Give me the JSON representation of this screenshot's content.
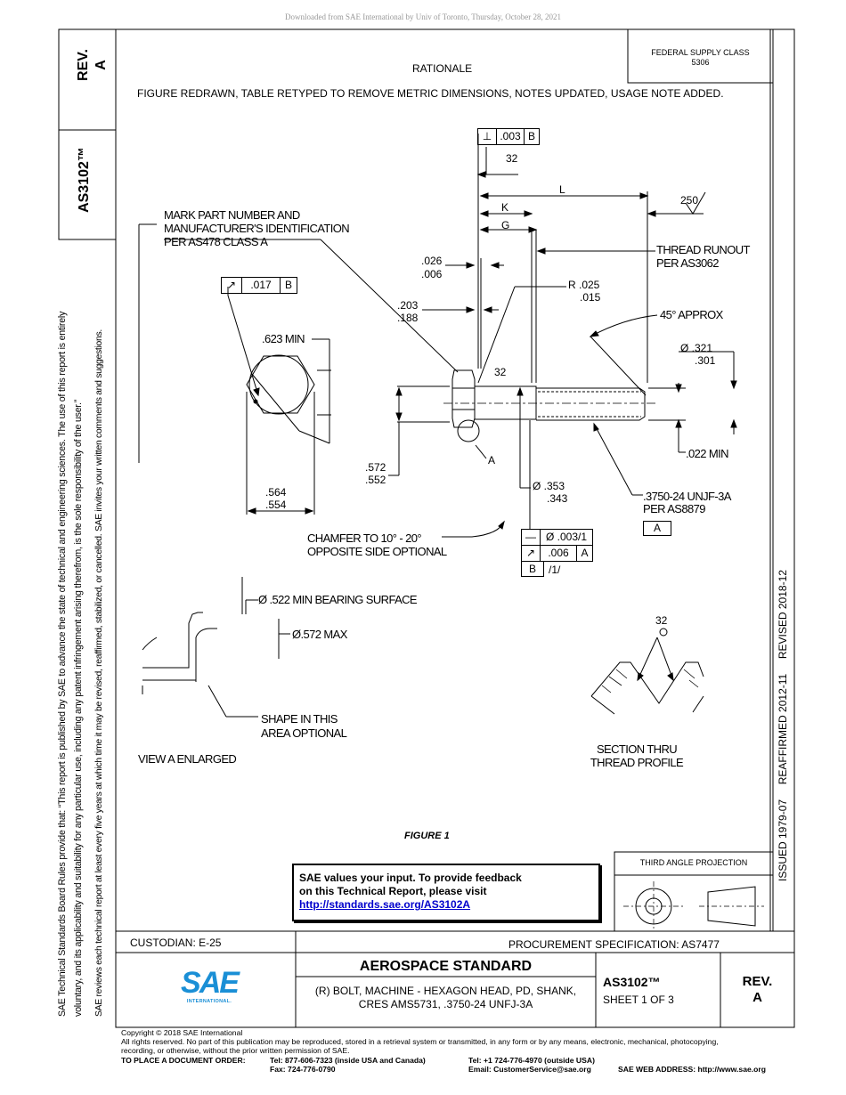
{
  "download_note": "Downloaded from SAE International by Univ of Toronto, Thursday, October 28, 2021",
  "sidebar": {
    "rev_label": "REV.",
    "rev_value": "A",
    "doc_no": "AS3102™",
    "board_rules_line1": "SAE Technical Standards Board Rules provide that: “This report is published by SAE to advance the state of technical and engineering sciences. The use of this report is entirely",
    "board_rules_line2": "voluntary, and its applicability and suitability for any particular use, including any patent infringement arising therefrom, is the sole responsibility of the user.”",
    "review_line": "SAE reviews each technical report at least every five years at which time it may be revised, reaffirmed, stabilized, or cancelled. SAE invites your written comments and suggestions.",
    "dates": "ISSUED 1979-07     REAFFIRMED 2012-11     REVISED 2018-12"
  },
  "header": {
    "supply_class_label": "FEDERAL SUPPLY CLASS",
    "supply_class_value": "5306",
    "rationale_title": "RATIONALE",
    "rationale_text": "FIGURE REDRAWN, TABLE RETYPED TO REMOVE METRIC DIMENSIONS, NOTES UPDATED, USAGE NOTE ADDED."
  },
  "drawing": {
    "fcf_perp_tol": ".003",
    "fcf_perp_datum": "B",
    "finish_32_top": "32",
    "dim_L": "L",
    "finish_250": "250",
    "dim_K": "K",
    "dim_G": "G",
    "mark_note_1": "MARK PART NUMBER AND",
    "mark_note_2": "MANUFACTURER'S IDENTIFICATION",
    "mark_note_3": "PER AS478 CLASS A",
    "thread_runout_1": "THREAD RUNOUT",
    "thread_runout_2": "PER AS3062",
    "dim_026": ".026",
    "dim_006": ".006",
    "fcf_runout_tol": ".017",
    "fcf_runout_datum": "B",
    "radius_1": "R .025",
    "radius_2": ".015",
    "dim_203": ".203",
    "dim_188": ".188",
    "approx_45": "45° APPROX",
    "dim_623": ".623 MIN",
    "dia_321": "Ø .321",
    "dia_301": ".301",
    "finish_32_shank": "32",
    "dim_022": ".022 MIN",
    "datum_A_label": "A",
    "dim_572": ".572",
    "dim_552": ".552",
    "dia_353": "Ø .353",
    "dia_343": ".343",
    "thread_1": ".3750-24 UNJF-3A",
    "thread_2": "PER AS8879",
    "datum_A_box": "A",
    "dim_564": ".564",
    "dim_554": ".554",
    "chamfer_1": "CHAMFER TO 10° - 20°",
    "chamfer_2": "OPPOSITE SIDE OPTIONAL",
    "fcf_straight": "Ø .003/1",
    "fcf_runout2_tol": ".006",
    "fcf_runout2_datum": "A",
    "datum_B_box": "B",
    "per_inch": "/1/",
    "bearing_surface": "Ø .522 MIN BEARING SURFACE",
    "max_572": "Ø.572 MAX",
    "finish_32_thread": "32",
    "shape_1": "SHAPE IN THIS",
    "shape_2": "AREA OPTIONAL",
    "view_a": "VIEW A ENLARGED",
    "section_1": "SECTION THRU",
    "section_2": "THREAD PROFILE",
    "figure_caption": "FIGURE 1"
  },
  "feedback": {
    "line1": "SAE values your input. To provide feedback",
    "line2": "on this Technical Report, please visit",
    "link": "http://standards.sae.org/AS3102A"
  },
  "projection": {
    "label": "THIRD ANGLE PROJECTION"
  },
  "title_block": {
    "custodian": "CUSTODIAN: E-25",
    "procurement": "PROCUREMENT SPECIFICATION: AS7477",
    "logo_text": "SAE",
    "logo_sub": "INTERNATIONAL.",
    "standard_type": "AEROSPACE STANDARD",
    "title_1": "(R) BOLT, MACHINE - HEXAGON HEAD, PD, SHANK,",
    "title_2": "CRES AMS5731, .3750-24 UNFJ-3A",
    "doc_no": "AS3102™",
    "sheet": "SHEET 1 OF 3",
    "rev_label": "REV.",
    "rev_value": "A"
  },
  "footer": {
    "copyright": "Copyright © 2018 SAE International",
    "rights_1": "All rights reserved. No part of this publication may be reproduced, stored in a retrieval system or transmitted, in any form or by any means, electronic, mechanical, photocopying,",
    "rights_2": "recording, or otherwise, without the prior written permission of SAE.",
    "order_label": "TO PLACE A DOCUMENT ORDER:",
    "tel_us": "Tel: 877-606-7323 (inside USA and Canada)",
    "fax": "Fax: 724-776-0790",
    "tel_intl": "Tel: +1 724-776-4970 (outside USA)",
    "email": "Email: CustomerService@sae.org",
    "web": "SAE WEB ADDRESS: http://www.sae.org"
  }
}
